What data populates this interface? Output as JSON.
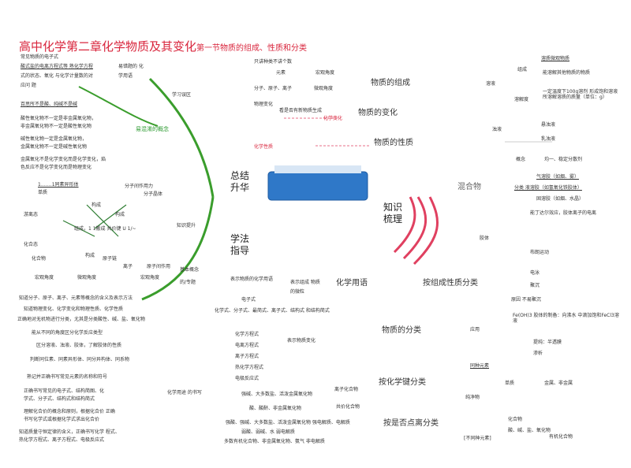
{
  "title": {
    "main": "高中化学第二章化学物质及其变化",
    "sub": "第一节物质的组成、性质和分类"
  },
  "center": {
    "summary": "总结\n升华",
    "method": "学法\n指导",
    "knowledge": "知识\n梳理",
    "mixture": "混合物"
  },
  "left_notes": {
    "n1": "常见物质的电子式",
    "n2": "酸式盐的电离方程式等 熟化学方程",
    "n3": "式的状态、氧化 与化学计量数的对",
    "n4": "应问 题",
    "n5": "易错题的 化",
    "n6": "学用语",
    "n7": "百思所不是酸、纯碱不是碱",
    "n8": "酸性氧化物不一定是非金属氧化物，",
    "n9": "非金属氧化物不一定是酸性氧化物",
    "n10": "碱性氧化物一定是金属氧化物，",
    "n11": "金属氧化物不一定是碱性氧化物",
    "n12": "金属氧化不是化学变化而是化学变化，焰",
    "n13": "色反应不是化学变化而是物理变化",
    "n14": "学习误区",
    "n15": "易混淆的概念",
    "n16": "1.……1同素异形体",
    "n17": "单质",
    "n18": "分子间作用力",
    "n19": "分子晶体",
    "n20": "游离态",
    "n21": "构成",
    "n22": "构成",
    "n23": "组成，1 1搬成 共价键 U 1/~",
    "n24": "知识提升",
    "n25": "化合态",
    "n26": "宏观角度",
    "n27": "微观角度",
    "n28": "宏观角度",
    "n29": "化合物",
    "n30": "构成",
    "n31": "原子链",
    "n32": "离子",
    "n33": "原子间作用",
    "n34": "基本概念",
    "n35": "的/专题",
    "n36": "知道分子、原子、离子、元素等概念的含义及表示方法",
    "n37": "知道物理变化、化学变化和物理性质、化学性质",
    "n38": "正确地对无机物进行分类，尤其是分类酸性、碱、盐、氧化物",
    "n39": "能从不同的角度区分化学反应类型",
    "n40": "区分溶液、浊液、胶体，了解胶体的性质",
    "n41": "判断同位素、同素异形体、同分异构体、同系物",
    "n42": "熟记并正确书写常见元素的名称和符号",
    "n43": "正确书写常见的电子式、结构简图、化",
    "n44": "学式、分子式、结构式和结构简式",
    "n45": "理解化合价的概念和原则，根据化合价 正确",
    "n46": "书写化学式或根据化学式求出化合价",
    "n47": "知道质量守恒定律的含义，正确书写化学 程式、",
    "n48": "热化学方程式、离子方程式、电极反应式"
  },
  "middle_notes": {
    "m1": "只讲种类不讲个数",
    "m2": "元素",
    "m3": "宏观角度",
    "m4": "分子、原子、离子",
    "m5": "微观角度",
    "m6": "物质的组成",
    "m7": "物理变化",
    "m8": "看是否有新物质生成",
    "m9": "物质的变化",
    "m10": "化学变化",
    "m11": "物质的性质",
    "m12": "化学性质",
    "m13": "表示物质的化学用语",
    "m14": "表示组成 物质",
    "m15": "的微粒",
    "m16": "电子式",
    "m17": "化学式、分子式、最简式、离子式、结构式 和结构简式",
    "m18": "化学用语",
    "m19": "物质的分类",
    "m20": "化学方程式",
    "m21": "电离方程式",
    "m22": "离子方程式",
    "m23": "热化学方程式",
    "m24": "电极反应式",
    "m25": "表示物质变化",
    "m26": "按化学键分类",
    "m27": "离子化合物",
    "m28": "共价化合物",
    "m29": "强碱、大多数盐、活泼金属氧化物",
    "m30": "酸、酸酐、非金属氧化物",
    "m31": "按是否点离分类",
    "m32": "化学用途 的书写",
    "m33": "强酸、强碱、大多数盐、活泼金属氧化物 强电解质、电解质",
    "m34": "弱酸、弱碱、水 弱电解质",
    "m35": "多数有机化合物、非金属氧化物、氨气 非电解质",
    "m36": "按组成性质分类"
  },
  "right_notes": {
    "r1": "溶质微观物质",
    "r2": "溶液",
    "r3": "组成",
    "r4": "能溶解其他物质的物质",
    "r5": "溶解度",
    "r6": "一定温度下100g溶剂 形成饱和溶液所溶解溶质的质量（单位：g）",
    "r7": "悬浊液",
    "r8": "浊液",
    "r9": "乳浊液",
    "r10": "概念",
    "r11": "均一、稳定分散剂",
    "r12": "气溶胶（如烟、雾）",
    "r13": "分类 液溶胶（如氢氧化铁胶体）",
    "r14": "固溶胶（如烟、水晶）",
    "r15": "胶体",
    "r16": "能丁达尔效应，胶体离子的电离",
    "r17": "布朗运动",
    "r18": "电泳",
    "r19": "聚沉",
    "r20": "渗析",
    "r21": "原因 不易聚沉",
    "r22": "Fe(OH)3 胶体的制备：向沸水 中滴加饱和FeCl3溶液",
    "r23": "提纯：半透膜",
    "r24": "应用",
    "r25": "单质",
    "r26": "金属、非金属",
    "r27": "纯净物",
    "r28": "化合物",
    "r29": "酸、碱、盐、氧化物",
    "r30": "有机化合物",
    "r31": "同种元素",
    "r32": "[不同种元素]"
  },
  "colors": {
    "title": "#d9263d",
    "branch": "#3a9d2c",
    "accent": "#e04060"
  }
}
